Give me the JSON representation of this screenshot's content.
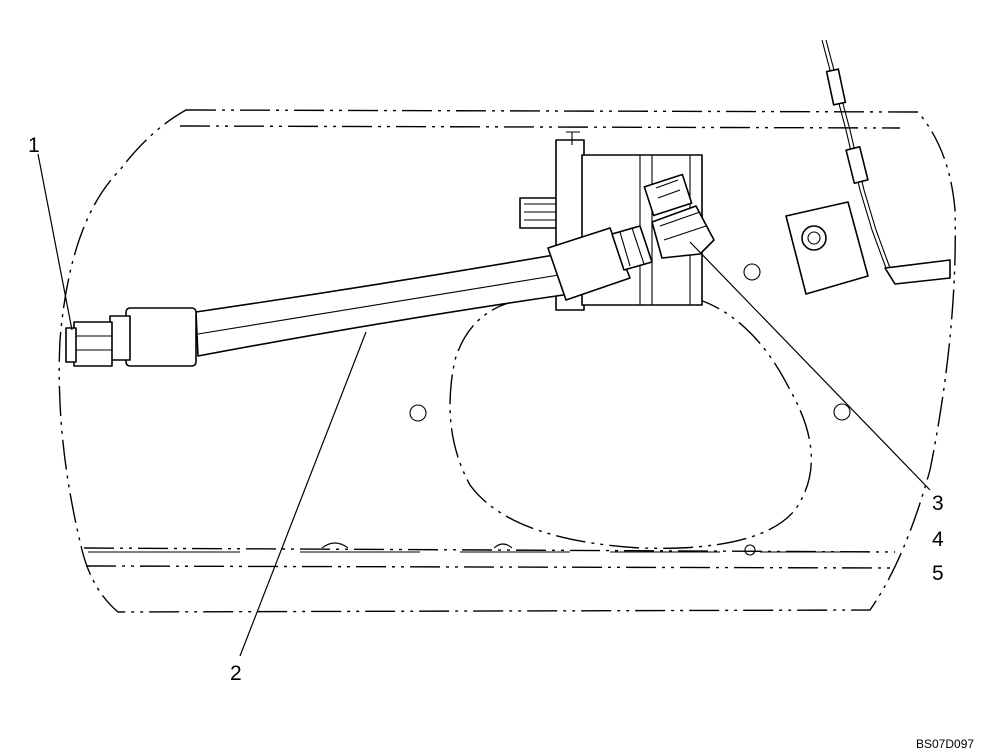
{
  "diagram": {
    "callouts": [
      {
        "id": "callout-1",
        "text": "1"
      },
      {
        "id": "callout-2",
        "text": "2"
      },
      {
        "id": "callout-3",
        "text": "3"
      },
      {
        "id": "callout-4",
        "text": "4"
      },
      {
        "id": "callout-5",
        "text": "5"
      }
    ],
    "reference_code": "BS07D097",
    "line_color": "#000000",
    "background_color": "#ffffff"
  }
}
